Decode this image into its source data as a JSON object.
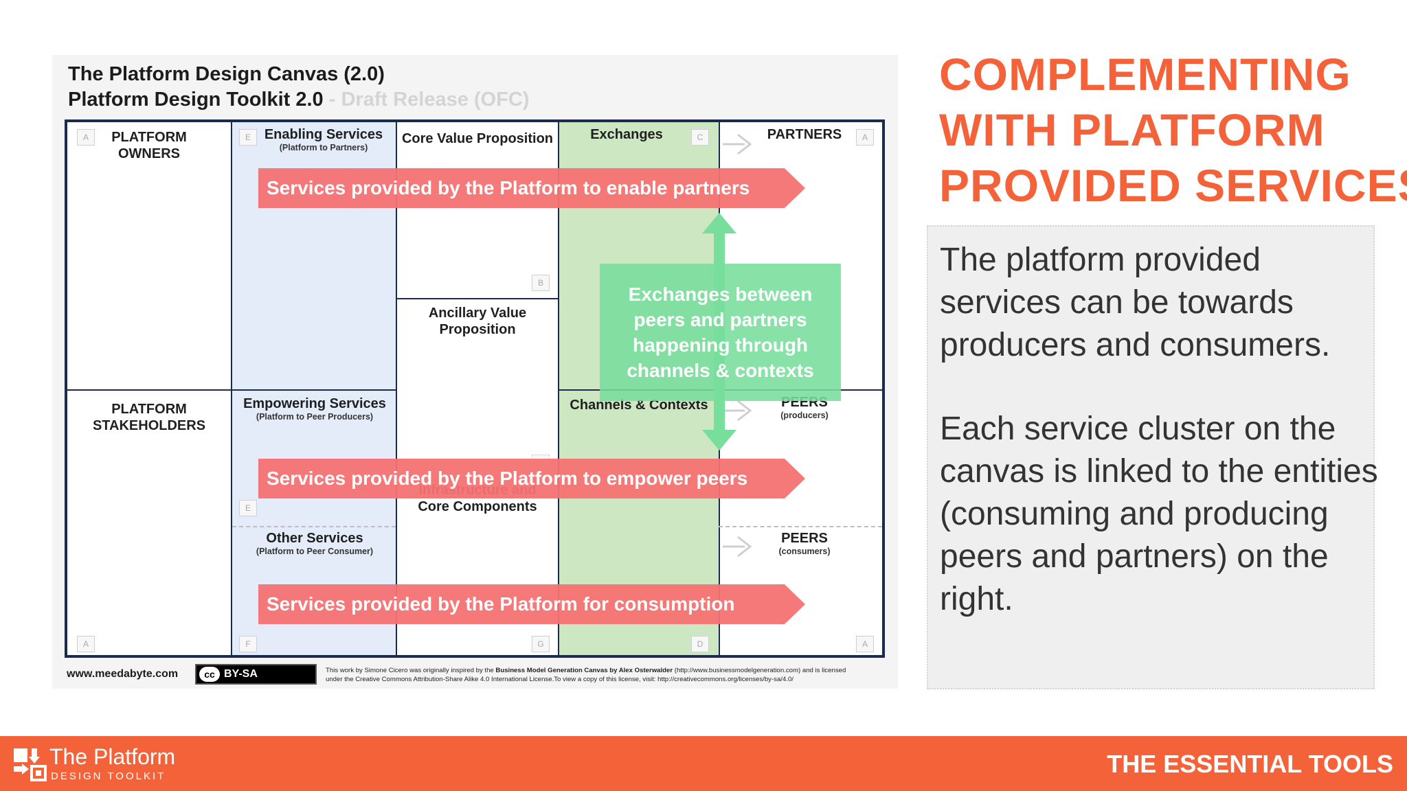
{
  "canvas": {
    "title_line1": "The Platform Design Canvas (2.0)",
    "title_line2": "Platform Design Toolkit 2.0",
    "title_draft": " - Draft Release (OFC)",
    "cells": {
      "platform_owners": "PLATFORM\nOWNERS",
      "enabling_services": "Enabling Services",
      "enabling_services_sub": "(Platform to Partners)",
      "core_value": "Core Value Proposition",
      "exchanges": "Exchanges",
      "partners": "PARTNERS",
      "ancillary_value": "Ancillary Value\nProposition",
      "platform_stakeholders": "PLATFORM\nSTAKEHOLDERS",
      "empowering_services": "Empowering Services",
      "empowering_services_sub": "(Platform to Peer Producers)",
      "channels_contexts": "Channels & Contexts",
      "peers_producers": "PEERS",
      "peers_producers_sub": "(producers)",
      "infrastructure": "Infrastructure and\nCore Components",
      "other_services": "Other Services",
      "other_services_sub": "(Platform to Peer Consumer)",
      "peers_consumers": "PEERS",
      "peers_consumers_sub": "(consumers)"
    },
    "letters": {
      "a_tl": "A",
      "e_top": "E",
      "c": "C",
      "a_tr": "A",
      "b": "B",
      "q": "?",
      "e_mid": "E",
      "a_bl": "A",
      "f": "F",
      "g": "G",
      "d": "D",
      "a_br": "A"
    },
    "banners": {
      "enable": "Services provided by the Platform to enable partners",
      "empower": "Services provided by the Platform to empower peers",
      "consumption": "Services provided by the Platform for consumption"
    },
    "exchanges_note": "Exchanges between\npeers and partners\nhappening through\nchannels & contexts",
    "footer_url": "www.meedabyte.com",
    "cc_label": "BY-SA",
    "cc_symbol": "cc",
    "license_line1_a": "This work by Simone Cicero was originally inspired by the ",
    "license_line1_b": "Business Model Generation Canvas by Alex Osterwalder",
    "license_line1_c": " (http://www.businessmodelgeneration.com) and is licensed",
    "license_line2": "under the Creative Commons Attribution-Share Alike 4.0 International License.To view a copy of this license, visit: http://creativecommons.org/licenses/by-sa/4.0/"
  },
  "heading": {
    "line1": "COMPLEMENTING",
    "line2": "WITH PLATFORM",
    "line3": "PROVIDED SERVICES"
  },
  "body": {
    "para1": "The platform provided\nservices can be towards\nproducers and consumers.",
    "para2": "Each service cluster on the\ncanvas is linked to the entities\n(consuming and producing\npeers and partners) on the\nright."
  },
  "footer": {
    "brand_main": "The Platform",
    "brand_sub": "DESIGN TOOLKIT",
    "right_label": "THE ESSENTIAL TOOLS"
  },
  "colors": {
    "accent": "#f4623a",
    "banner_red": "#f47272",
    "exchange_green": "#78de9c",
    "grid_navy": "#1a2b4d"
  }
}
